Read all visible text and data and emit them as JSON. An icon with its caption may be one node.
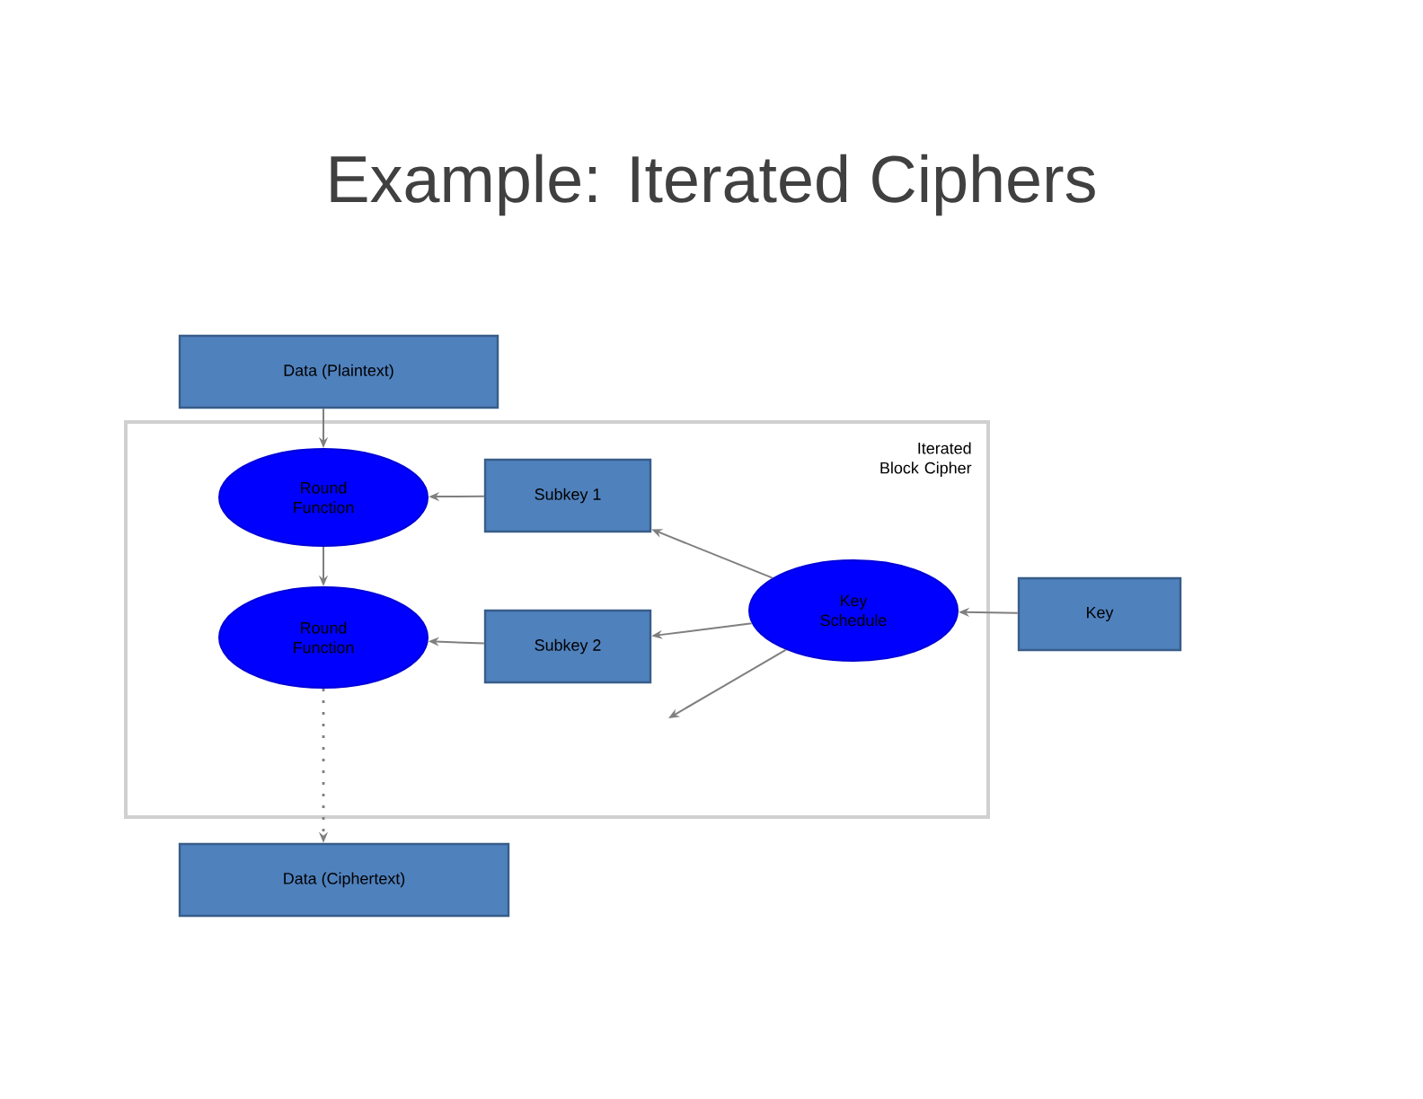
{
  "diagram": {
    "title": "Example: Iterated Ciphers",
    "nodes": [
      {
        "text": [
          "Data (Plaintext)"
        ]
      },
      {
        "text": [
          "Iterated Block Cipher"
        ]
      },
      {
        "text": [
          "Round Function"
        ],
        "in": 1
      },
      {
        "text": [
          "Subkey 1"
        ],
        "in": 1
      },
      {
        "text": [
          "Round Function"
        ],
        "in": 1
      },
      {
        "text": [
          "Subkey 2"
        ],
        "in": 1
      },
      {
        "text": [
          "Key Schedule"
        ],
        "in": 1
      },
      {
        "text": [
          "Key"
        ]
      },
      {
        "text": [
          "Data (Ciphertext)"
        ]
      }
    ],
    "edges": [
      {
        "from": 0,
        "to": 2,
        "arrow": "to"
      },
      {
        "from": 2,
        "to": 4,
        "arrow": "to"
      },
      {
        "from": 3,
        "to": 2,
        "arrow": "to"
      },
      {
        "from": 5,
        "to": 4,
        "arrow": "to"
      },
      {
        "from": 6,
        "to": 3,
        "arrow": "to"
      },
      {
        "from": 6,
        "to": 5,
        "arrow": "to"
      },
      {
        "from": 6,
        "to": null,
        "arrow": "to"
      },
      {
        "from": 7,
        "to": 6,
        "arrow": "to"
      },
      {
        "from": 4,
        "to": 8,
        "arrow": "to",
        "style": "dashed"
      }
    ]
  }
}
